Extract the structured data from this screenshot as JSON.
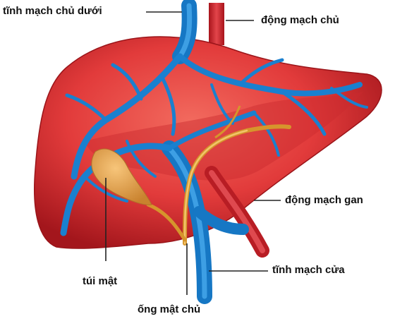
{
  "labels": {
    "inferior_vena_cava": "tĩnh mạch chủ dưới",
    "aorta": "động mạch chủ",
    "hepatic_artery": "động mạch gan",
    "portal_vein": "tĩnh mạch cửa",
    "gallbladder": "túi mật",
    "common_bile_duct": "ống mật chủ"
  },
  "colors": {
    "liver": "#e23b3b",
    "liver_dark": "#b51f24",
    "vein_blue": "#1e88d6",
    "artery_red": "#d9363e",
    "gallbladder": "#e6a24a",
    "bile_duct": "#e0a33a"
  }
}
